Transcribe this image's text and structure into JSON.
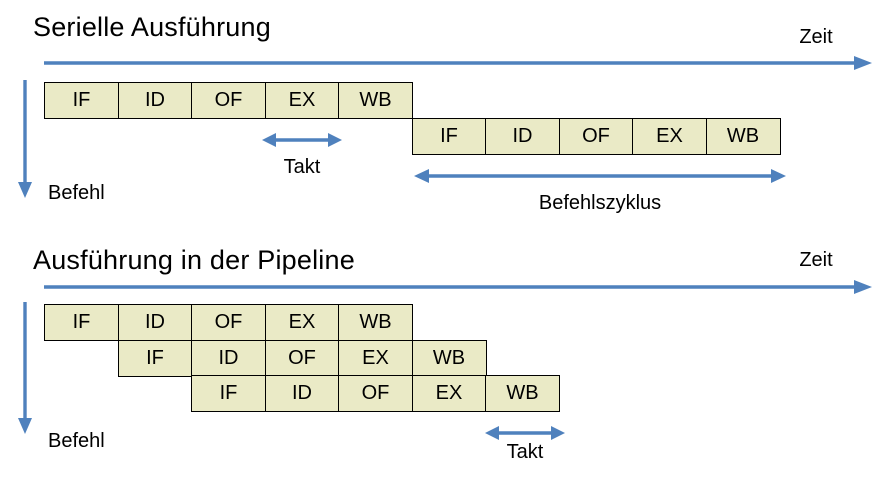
{
  "colors": {
    "arrow": "#4f81bd",
    "box_fill": "#eaeac6",
    "box_border": "#000000",
    "text": "#000000"
  },
  "stages": [
    "IF",
    "ID",
    "OF",
    "EX",
    "WB"
  ],
  "serial_section": {
    "title": "Serielle Ausführung",
    "time_axis_label": "Zeit",
    "instruction_axis_label": "Befehl",
    "clock_label": "Takt",
    "cycle_label": "Befehlszyklus"
  },
  "pipeline_section": {
    "title": "Ausführung in der Pipeline",
    "time_axis_label": "Zeit",
    "instruction_axis_label": "Befehl",
    "clock_label": "Takt"
  }
}
